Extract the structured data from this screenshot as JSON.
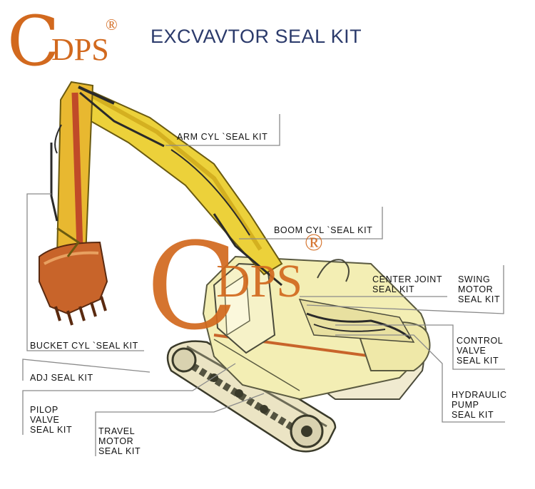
{
  "title": "EXCVAVTOR SEAL KIT",
  "logo": {
    "initial": "C",
    "rest": "DPS",
    "mark": "®"
  },
  "colors": {
    "logo": "#d2691e",
    "title": "#2b3a6b",
    "machine_body": "#f3eeb4",
    "boom_arm": "#ecd13a",
    "bucket": "#c8642a",
    "track": "#3a3a2a",
    "leader_line": "#8a8a8a"
  },
  "callouts": {
    "arm_cyl": [
      "ARM  CYL  `SEAL KIT"
    ],
    "boom_cyl": [
      "BOOM CYL  `SEAL KIT"
    ],
    "center_joint": [
      "CENTER JOINT",
      "SEAL KIT"
    ],
    "swing_motor": [
      "SWING",
      "MOTOR",
      "SEAL KIT"
    ],
    "bucket_cyl": [
      "BUCKET CYL  `SEAL KIT"
    ],
    "control_valve": [
      "CONTROL",
      "VALVE",
      "SEAL KIT"
    ],
    "adj": [
      "ADJ SEAL KIT"
    ],
    "hydraulic_pump": [
      "HYDRAULIC",
      "PUMP",
      "SEAL KIT"
    ],
    "pilop_valve": [
      "PILOP",
      "VALVE",
      "SEAL KIT"
    ],
    "travel_motor": [
      "TRAVEL",
      "MOTOR",
      "SEAL KIT"
    ]
  }
}
